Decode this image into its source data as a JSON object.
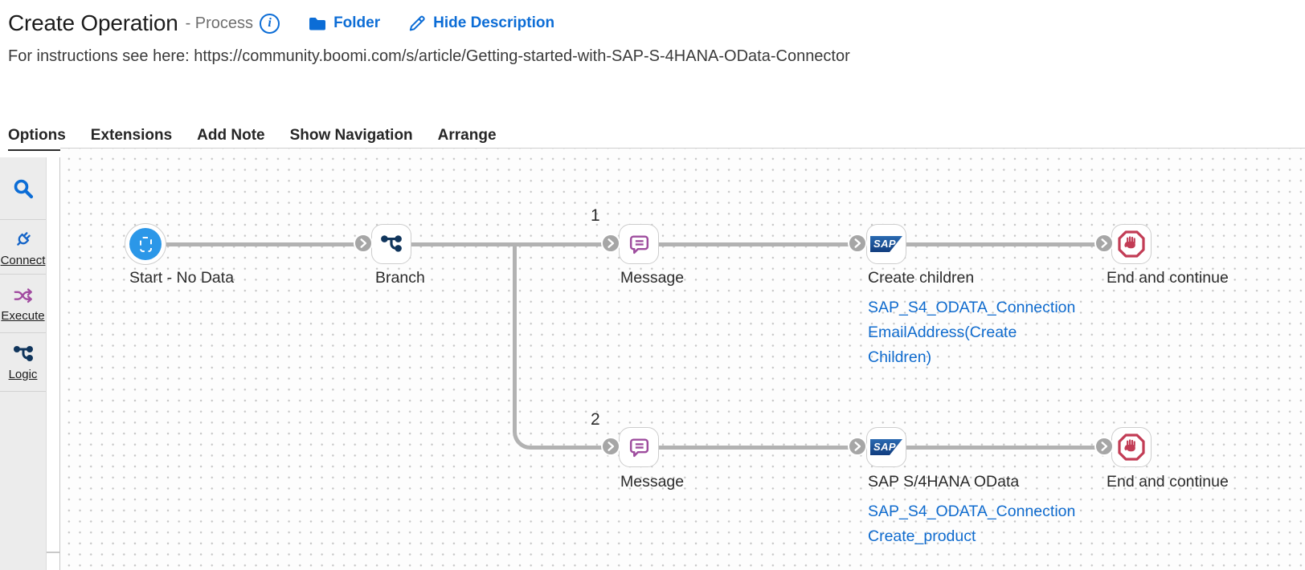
{
  "header": {
    "title": "Create Operation",
    "subtitle": "- Process",
    "info_glyph": "i",
    "folder_label": "Folder",
    "hide_description_label": "Hide Description",
    "description": "For instructions see here: https://community.boomi.com/s/article/Getting-started-with-SAP-S-4HANA-OData-Connector"
  },
  "menu": {
    "items": [
      {
        "label": "Options"
      },
      {
        "label": "Extensions"
      },
      {
        "label": "Add Note"
      },
      {
        "label": "Show Navigation"
      },
      {
        "label": "Arrange"
      }
    ]
  },
  "sidebar": {
    "items": [
      {
        "icon": "search-icon",
        "label": ""
      },
      {
        "icon": "plug-icon",
        "label": "Connect"
      },
      {
        "icon": "shuffle-icon",
        "label": "Execute"
      },
      {
        "icon": "branch-icon",
        "label": "Logic"
      }
    ]
  },
  "canvas": {
    "sap_logo_text": "SAP",
    "branch_paths": {
      "first": "1",
      "second": "2"
    },
    "nodes": {
      "start": {
        "label": "Start - No Data"
      },
      "branch": {
        "label": "Branch"
      },
      "message1": {
        "label": "Message"
      },
      "sap1": {
        "label": "Create children",
        "connection": "SAP_S4_ODATA_Connection",
        "operation": "EmailAddress(Create Children)"
      },
      "end1": {
        "label": "End and continue"
      },
      "message2": {
        "label": "Message"
      },
      "sap2": {
        "label": "SAP S/4HANA OData",
        "connection": "SAP_S4_ODATA_Connection",
        "operation": "Create_product"
      },
      "end2": {
        "label": "End and continue"
      }
    }
  },
  "colors": {
    "accent_blue": "#0c6dd6",
    "link_blue": "#0f6bce",
    "start_blue": "#2b97e8",
    "message_purple": "#9e4d9e",
    "execute_purple": "#a14ba0",
    "logic_navy": "#10355c",
    "end_red": "#c23c55",
    "sap_blue": "#123e80",
    "connector_gray": "#b2b2b2"
  }
}
